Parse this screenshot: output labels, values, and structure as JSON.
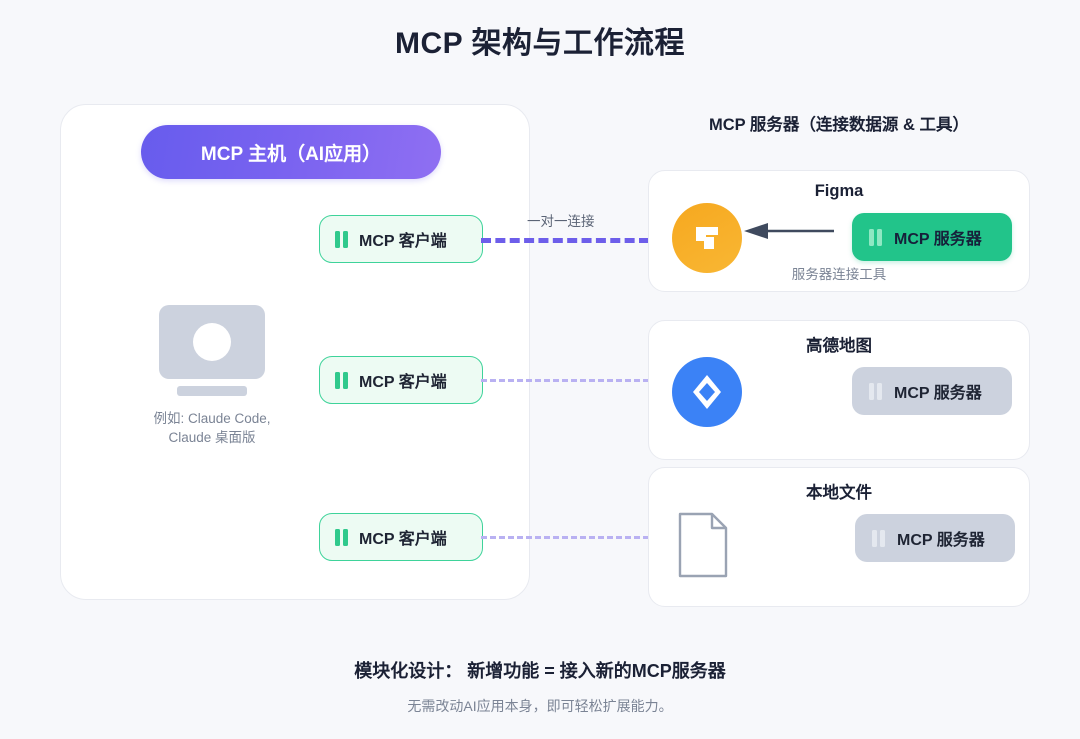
{
  "page": {
    "title": "MCP 架构与工作流程",
    "background_color": "#f7f8fb"
  },
  "host_panel": {
    "host_pill_label": "MCP 主机（AI应用）",
    "host_pill_color": "#675ced",
    "device_icon": "monitor-icon",
    "device_caption_line1": "例如: Claude Code,",
    "device_caption_line2": "Claude 桌面版",
    "clients": [
      {
        "label": "MCP 客户端",
        "icon": "bars-icon",
        "color": "#3ed39a"
      },
      {
        "label": "MCP 客户端",
        "icon": "bars-icon",
        "color": "#3ed39a"
      },
      {
        "label": "MCP 客户端",
        "icon": "bars-icon",
        "color": "#3ed39a"
      }
    ]
  },
  "connectors": [
    {
      "label": "一对一连接",
      "style": "dashed-bold",
      "color": "#6d5eea"
    },
    {
      "label": "",
      "style": "dashed-thin",
      "color": "#b9b1f2"
    },
    {
      "label": "",
      "style": "dashed-thin",
      "color": "#b9b1f2"
    }
  ],
  "servers_section": {
    "heading": "MCP 服务器（连接数据源 & 工具）",
    "cards": [
      {
        "title": "Figma",
        "icon": "figma-icon",
        "icon_color": "#f6a81f",
        "pill_label": "MCP 服务器",
        "pill_color": "#22c48a",
        "pill_style": "green",
        "arrow": "arrow-left-icon",
        "caption": "服务器连接工具"
      },
      {
        "title": "高德地图",
        "icon": "amap-diamond-icon",
        "icon_color": "#3b82f6",
        "pill_label": "MCP 服务器",
        "pill_color": "#ccd2de",
        "pill_style": "grey",
        "arrow": "",
        "caption": ""
      },
      {
        "title": "本地文件",
        "icon": "file-document-icon",
        "icon_color": "#8f98a8",
        "pill_label": "MCP 服务器",
        "pill_color": "#ccd2de",
        "pill_style": "grey",
        "arrow": "",
        "caption": ""
      }
    ]
  },
  "footer": {
    "main": "模块化设计： 新增功能 = 接入新的MCP服务器",
    "sub": "无需改动AI应用本身，即可轻松扩展能力。"
  }
}
